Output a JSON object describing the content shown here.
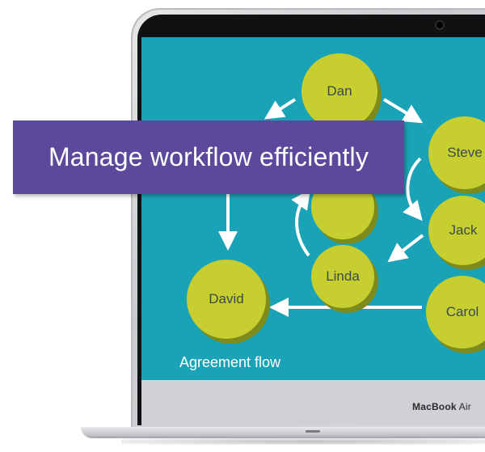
{
  "banner": {
    "title": "Manage workflow efficiently"
  },
  "flow": {
    "caption": "Agreement flow",
    "nodes": {
      "dan": "Dan",
      "steve": "Steve",
      "jack": "Jack",
      "linda": "Linda",
      "carol": "Carol",
      "david": "David",
      "hidden": ""
    }
  },
  "device": {
    "brand_bold": "MacBook",
    "brand_model": "Air"
  },
  "colors": {
    "screen": "#1aa3b6",
    "node": "#c6cf2f",
    "node_shadow": "#7d8a1c",
    "banner": "#5b4a9c",
    "arrow": "#ffffff"
  }
}
